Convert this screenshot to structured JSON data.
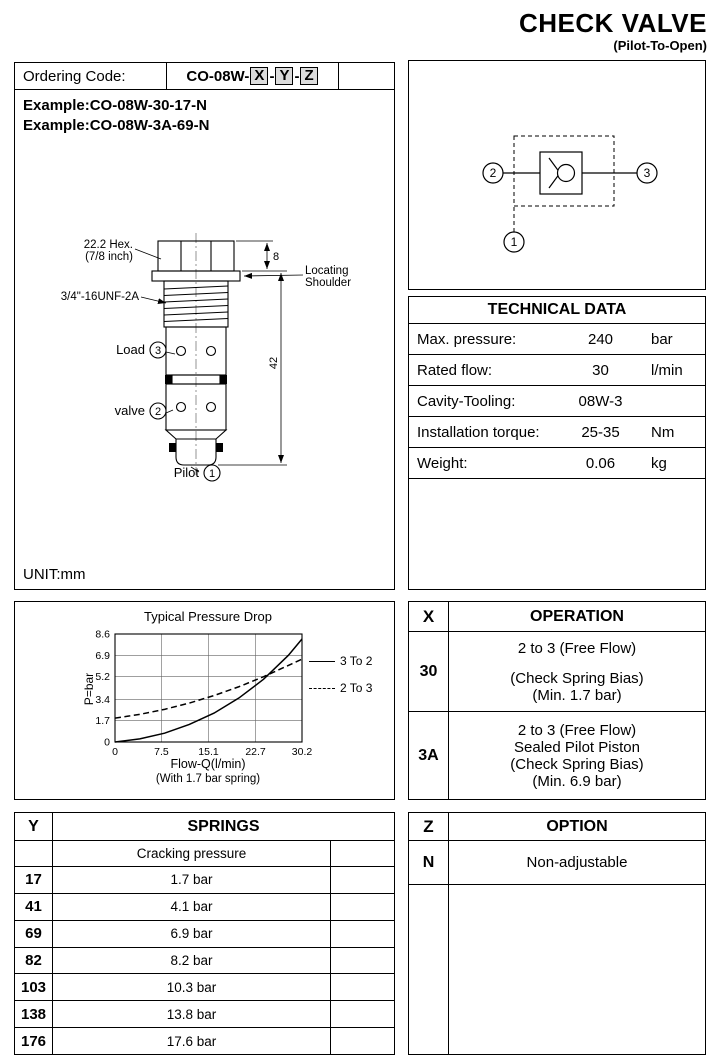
{
  "header": {
    "title": "CHECK VALVE",
    "subtitle": "(Pilot-To-Open)"
  },
  "ordering": {
    "label": "Ordering Code:",
    "code_prefix": "CO-08W-",
    "x": "X",
    "sep1": "-",
    "y": "Y",
    "sep2": "-",
    "z": "Z",
    "examples": [
      "Example:CO-08W-30-17-N",
      "Example:CO-08W-3A-69-N"
    ],
    "unit_note": "UNIT:mm"
  },
  "drawing": {
    "hex_line1": "22.2 Hex.",
    "hex_line2": "(7/8 inch)",
    "thread": "3/4\"-16UNF-2A",
    "load": "Load",
    "load_port": "3",
    "valve": "valve",
    "valve_port": "2",
    "pilot": "Pilot",
    "pilot_port": "1",
    "shoulder_line1": "Locating",
    "shoulder_line2": "Shoulder",
    "dim_hex_height": "8",
    "dim_length": "42"
  },
  "symbol": {
    "port2": "2",
    "port3": "3",
    "port1": "1"
  },
  "technical_data": {
    "title": "TECHNICAL DATA",
    "rows": [
      {
        "label": "Max. pressure:",
        "value": "240",
        "unit": "bar"
      },
      {
        "label": "Rated flow:",
        "value": "30",
        "unit": "l/min"
      },
      {
        "label": "Cavity-Tooling:",
        "value": "08W-3",
        "unit": ""
      },
      {
        "label": "Installation torque:",
        "value": "25-35",
        "unit": "Nm"
      },
      {
        "label": "Weight:",
        "value": "0.06",
        "unit": "kg"
      }
    ]
  },
  "chart_data": {
    "type": "line",
    "title": "Typical Pressure Drop",
    "xlabel": "Flow-Q(l/min)",
    "ylabel": "P=bar",
    "caption": "(With 1.7 bar spring)",
    "xlim": [
      0,
      30.2
    ],
    "ylim": [
      0,
      8.6
    ],
    "x_ticks": [
      0,
      7.5,
      15.1,
      22.7,
      30.2
    ],
    "y_ticks": [
      0,
      1.7,
      3.4,
      5.2,
      6.9,
      8.6
    ],
    "grid": true,
    "legend_position": "right",
    "series": [
      {
        "name": "3 To 2",
        "style": "solid",
        "x": [
          0,
          4,
          8,
          12,
          16,
          20,
          24,
          28,
          30.2
        ],
        "y": [
          0,
          0.25,
          0.7,
          1.4,
          2.3,
          3.5,
          5.0,
          6.9,
          8.2
        ]
      },
      {
        "name": "2 To 3",
        "style": "dashed",
        "x": [
          0,
          4,
          8,
          12,
          16,
          20,
          24,
          28,
          30.2
        ],
        "y": [
          1.9,
          2.2,
          2.6,
          3.1,
          3.7,
          4.4,
          5.2,
          6.1,
          6.6
        ]
      }
    ]
  },
  "operation": {
    "code_header": "X",
    "title": "OPERATION",
    "rows": [
      {
        "code": "30",
        "lines": [
          "2 to 3 (Free Flow)",
          "(Check Spring Bias)",
          "(Min. 1.7 bar)"
        ]
      },
      {
        "code": "3A",
        "lines": [
          "2 to 3 (Free Flow)",
          "Sealed Pilot Piston",
          "(Check Spring Bias)",
          "(Min. 6.9 bar)"
        ]
      }
    ]
  },
  "springs": {
    "code_header": "Y",
    "title": "SPRINGS",
    "subheader": "Cracking pressure",
    "rows": [
      {
        "code": "17",
        "value": "1.7 bar"
      },
      {
        "code": "41",
        "value": "4.1 bar"
      },
      {
        "code": "69",
        "value": "6.9 bar"
      },
      {
        "code": "82",
        "value": "8.2 bar"
      },
      {
        "code": "103",
        "value": "10.3 bar"
      },
      {
        "code": "138",
        "value": "13.8 bar"
      },
      {
        "code": "176",
        "value": "17.6 bar"
      }
    ]
  },
  "option": {
    "code_header": "Z",
    "title": "OPTION",
    "rows": [
      {
        "code": "N",
        "value": "Non-adjustable"
      }
    ]
  }
}
